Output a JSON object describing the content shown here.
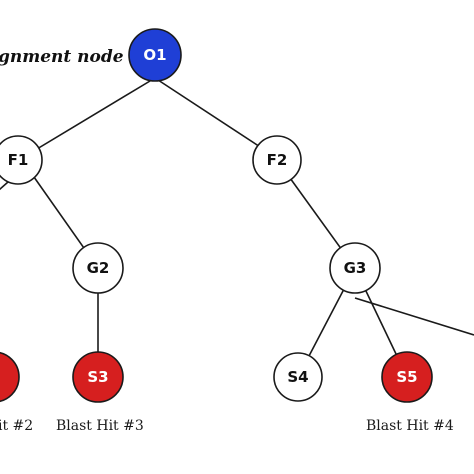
{
  "title": "gnment node",
  "colors": {
    "blue": "#1f3fd6",
    "red": "#d61f1f",
    "white": "#ffffff",
    "label_dark": "#111111",
    "label_light": "#ffffff"
  },
  "nodes": {
    "o1": {
      "label": "O1",
      "fill": "blue"
    },
    "f1": {
      "label": "F1",
      "fill": "white"
    },
    "f2": {
      "label": "F2",
      "fill": "white"
    },
    "g2": {
      "label": "G2",
      "fill": "white"
    },
    "g3": {
      "label": "G3",
      "fill": "white"
    },
    "s_left": {
      "label": "",
      "fill": "red"
    },
    "s3": {
      "label": "S3",
      "fill": "red"
    },
    "s4": {
      "label": "S4",
      "fill": "white"
    },
    "s5": {
      "label": "S5",
      "fill": "red"
    }
  },
  "captions": {
    "hit2": "it #2",
    "hit3": "Blast Hit #3",
    "hit4": "Blast Hit #4"
  }
}
